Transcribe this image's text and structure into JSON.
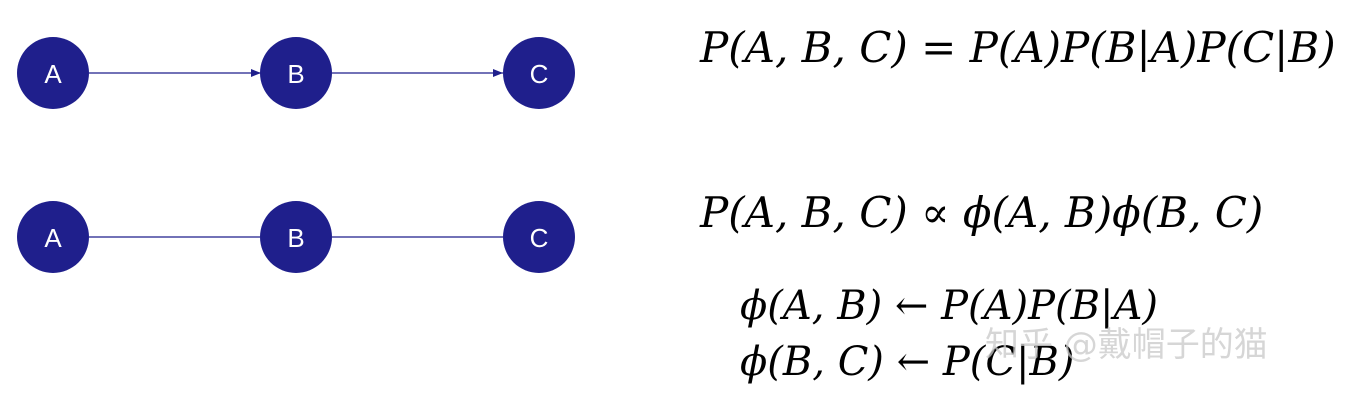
{
  "directed_graph": {
    "nodes": [
      "A",
      "B",
      "C"
    ],
    "edges": [
      [
        "A",
        "B"
      ],
      [
        "B",
        "C"
      ]
    ]
  },
  "undirected_graph": {
    "nodes": [
      "A",
      "B",
      "C"
    ],
    "edges": [
      [
        "A",
        "B"
      ],
      [
        "B",
        "C"
      ]
    ]
  },
  "formulas": {
    "directed_factorization": "P(A, B, C) = P(A)P(B|A)P(C|B)",
    "undirected_factorization": "P(A, B, C) ∝ ϕ(A, B)ϕ(B, C)",
    "factor_ab": "ϕ(A, B) ← P(A)P(B|A)",
    "factor_bc": "ϕ(B, C) ← P(C|B)"
  },
  "watermark": "知乎 @戴帽子的猫",
  "colors": {
    "node_fill": "#1f1f8c",
    "node_text": "#ffffff",
    "edge": "#1f1f8c",
    "formula_text": "#000000"
  }
}
